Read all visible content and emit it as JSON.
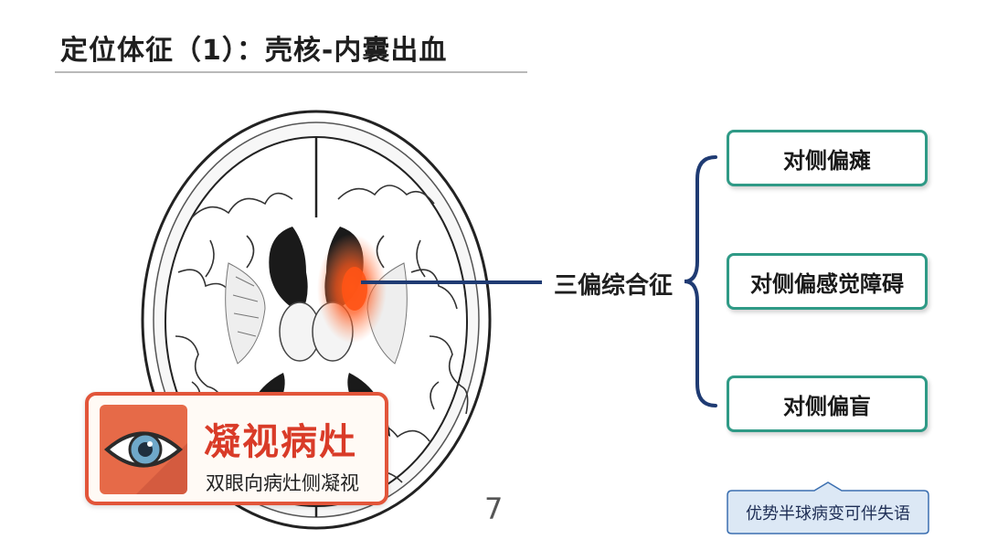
{
  "title": "定位体征（1）：壳核-内囊出血",
  "center_label": "三偏综合征",
  "symptoms": [
    {
      "label": "对侧偏瘫"
    },
    {
      "label": "对侧偏感觉障碍"
    },
    {
      "label": "对侧偏盲"
    }
  ],
  "gaze_card": {
    "title": "凝视病灶",
    "subtitle": "双眼向病灶侧凝视"
  },
  "page_number": "7",
  "note": "优势半球病变可伴失语",
  "colors": {
    "box_border": "#2f9a86",
    "connector": "#1f3b73",
    "card_border": "#e2553a",
    "card_title": "#d93b28",
    "lesion": "#ff5a1f",
    "note_fill": "#dce8f5"
  },
  "icons": {
    "eye": "eye-icon"
  }
}
